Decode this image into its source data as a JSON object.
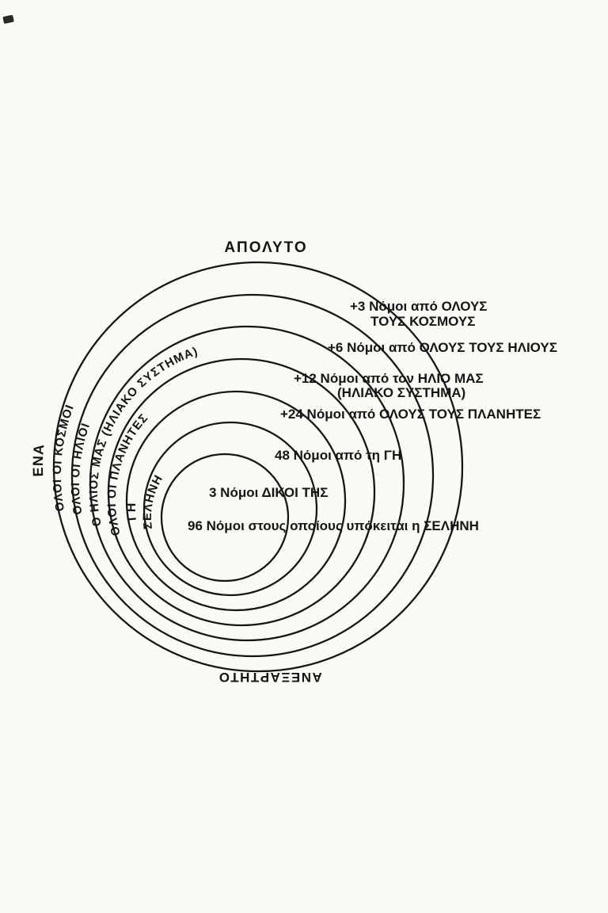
{
  "page": {
    "background": "#fbfaf7",
    "ink": "#161616"
  },
  "diagram": {
    "top_label": "ΑΠΟΛΥΤΟ",
    "outer_left_label": "ΕΝΑ",
    "bottom_label": "ΑΝΕΞΑΡΤΗΤΟ",
    "ring_labels": {
      "all_worlds": "ΟΛΟΙ ΟΙ ΚΟΣΜΟΙ",
      "all_suns": "ΟΛΟΙ ΟΙ ΗΛΙΟΙ",
      "our_sun": "Ο ΗΛΙΟΣ ΜΑΣ (ΗΛΙΑΚΟ ΣΥΣΤΗΜΑ)",
      "all_planets": "ΟΛΟΙ ΟΙ ΠΛΑΝΗΤΕΣ",
      "earth": "ΓΗ",
      "moon": "ΣΕΛΗΝΗ"
    },
    "annotations": {
      "worlds_line1": "+3 Νόμοι από ΟΛΟΥΣ",
      "worlds_line2": "ΤΟΥΣ ΚΟΣΜΟΥΣ",
      "suns": "+6 Νόμοι από ΟΛΟΥΣ ΤΟΥΣ ΗΛΙΟΥΣ",
      "sun_line1": "+12 Νόμοι από τον ΗΛΙΟ ΜΑΣ",
      "sun_line2": "(ΗΛΙΑΚΟ ΣΥΣΤΗΜΑ)",
      "planets": "+24 Νόμοι από ΟΛΟΥΣ ΤΟΥΣ ΠΛΑΝΗΤΕΣ",
      "earth": "48 Νόμοι από τη ΓΗ",
      "moon_own": "3 Νόμοι ΔΙΚΟΙ ΤΗΣ",
      "moon_total": "96 Νόμοι στους οποίους υπόκειται η ΣΕΛΗΝΗ"
    }
  }
}
